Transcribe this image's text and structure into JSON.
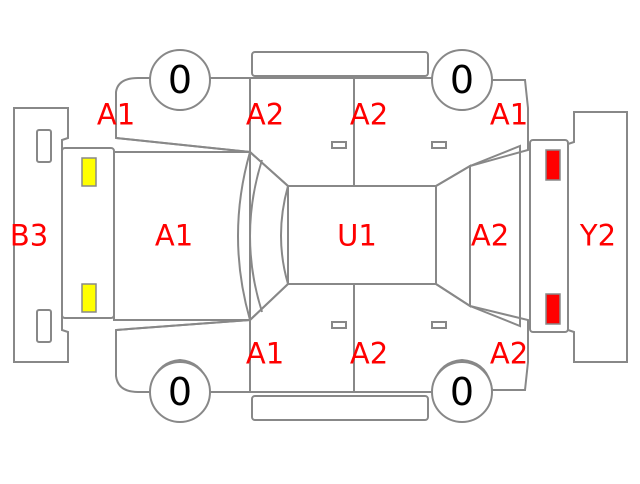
{
  "colors": {
    "outline": "#888888",
    "label": "#ff0000",
    "tire_text": "#000000",
    "front_lamp": "#ffff00",
    "rear_lamp": "#ff0000"
  },
  "labels": {
    "top_left_fender": "A1",
    "top_front_door": "A2",
    "top_rear_door": "A2",
    "top_right_quarter": "A1",
    "front_bumper": "B3",
    "hood": "A1",
    "roof": "U1",
    "trunk": "A2",
    "rear_bumper": "Y2",
    "bottom_front_door": "A1",
    "bottom_rear_door": "A2",
    "bottom_right_quarter": "A2"
  },
  "tires": {
    "top_left": "0",
    "top_right": "0",
    "bottom_left": "0",
    "bottom_right": "0"
  }
}
